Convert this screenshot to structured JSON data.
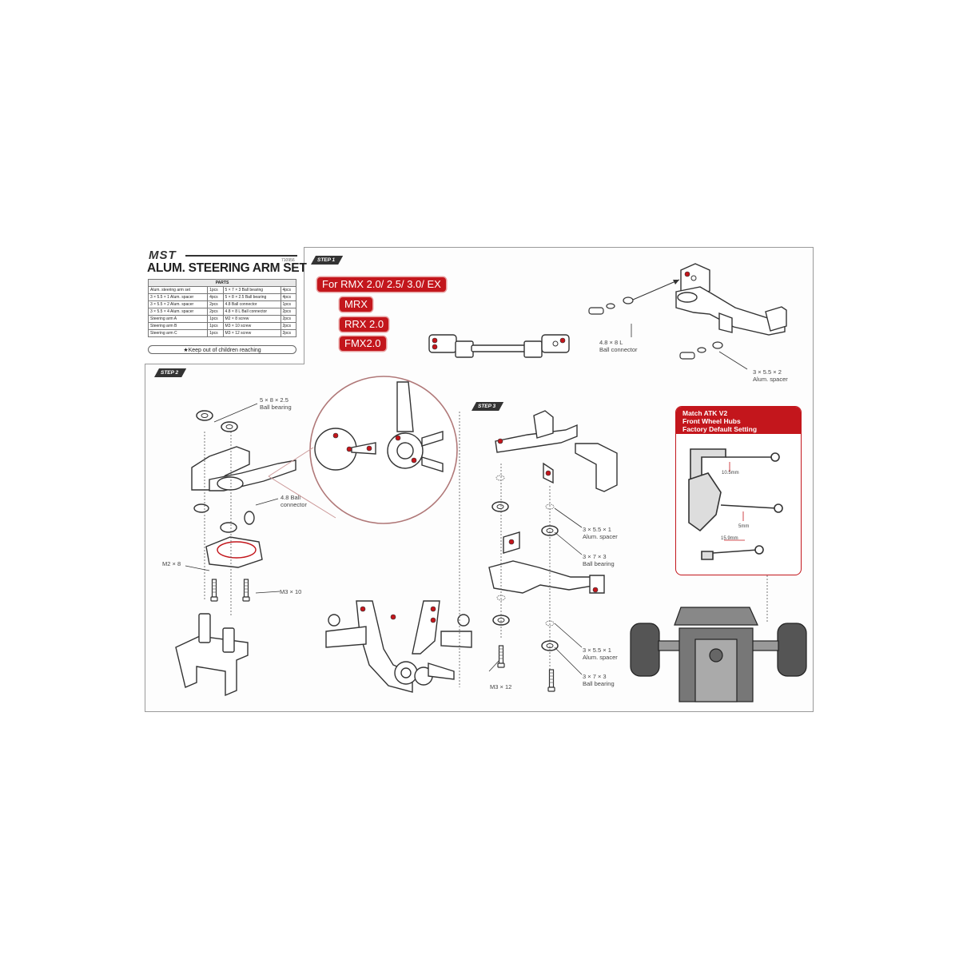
{
  "header": {
    "logo": "MST",
    "code": "710956",
    "title": "ALUM. STEERING ARM SET",
    "parts_heading": "PARTS",
    "parts_rows": [
      [
        "Alum. steering arm set",
        "1pcs",
        "5 × 7 × 3 Ball bearing",
        "4pcs"
      ],
      [
        "3 × 5.5 × 1 Alum. spacer",
        "4pcs",
        "5 × 8 × 2.5 Ball bearing",
        "4pcs"
      ],
      [
        "3 × 5.5 × 2 Alum. spacer",
        "2pcs",
        "4.8 Ball connector",
        "1pcs"
      ],
      [
        "3 × 5.5 × 4 Alum. spacer",
        "2pcs",
        "4.8 × 8 L Ball connector",
        "2pcs"
      ],
      [
        "Steering arm A",
        "1pcs",
        "M2 × 8 screw",
        "2pcs"
      ],
      [
        "Steering arm B",
        "1pcs",
        "M3 × 10 screw",
        "2pcs"
      ],
      [
        "Steering arm C",
        "1pcs",
        "M3 × 12 screw",
        "2pcs"
      ]
    ],
    "warning": "★Keep out of children reaching"
  },
  "steps": {
    "step1": "STEP 1",
    "step2": "STEP 2",
    "step3": "STEP 3"
  },
  "models": [
    "For RMX 2.0/ 2.5/ 3.0/ EX",
    "MRX",
    "RRX 2.0",
    "FMX2.0"
  ],
  "labels": {
    "s1_ball_connector": [
      "4.8 × 8 L",
      "Ball connector"
    ],
    "s1_spacer": [
      "3 × 5.5 × 2",
      "Alum. spacer"
    ],
    "s2_bearing": [
      "5 × 8 × 2.5",
      "Ball bearing"
    ],
    "s2_connector": [
      "4.8 Ball",
      "connector"
    ],
    "s2_m2": "M2 × 8",
    "s2_m3": "M3 × 10",
    "s3_spacer_top": [
      "3 × 5.5 × 1",
      "Alum. spacer"
    ],
    "s3_bearing_top": [
      "3 × 7 × 3",
      "Ball bearing"
    ],
    "s3_spacer_bottom": [
      "3 × 5.5 × 1",
      "Alum. spacer"
    ],
    "s3_bearing_bottom": [
      "3 × 7 × 3",
      "Ball bearing"
    ],
    "s3_m3": "M3 × 12"
  },
  "match": {
    "heading": [
      "Match ATK V2",
      "Front Wheel Hubs",
      "Factory Default Setting"
    ],
    "dims": [
      "10.5mm",
      "5mm",
      "15.9mm"
    ]
  },
  "colors": {
    "accent": "#c3161c",
    "line": "#333333"
  }
}
